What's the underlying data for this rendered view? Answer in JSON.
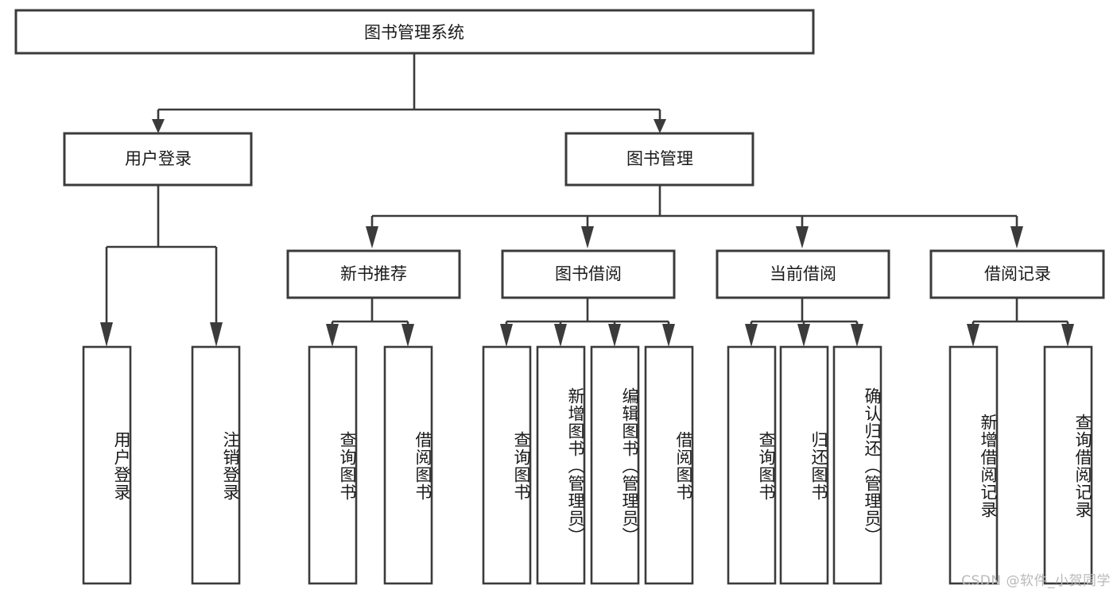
{
  "diagram": {
    "type": "tree-hierarchy",
    "title": "图书管理系统",
    "watermark": "CSDN @软件_小贺同学",
    "colors": {
      "stroke": "#3b3b3b",
      "fill": "#ffffff",
      "text": "#1a1a1a",
      "watermark": "#b9b9b9"
    },
    "root": {
      "label": "图书管理系统"
    },
    "level2": [
      {
        "label": "用户登录"
      },
      {
        "label": "图书管理"
      }
    ],
    "level3": [
      {
        "label": "新书推荐"
      },
      {
        "label": "图书借阅"
      },
      {
        "label": "当前借阅"
      },
      {
        "label": "借阅记录"
      }
    ],
    "leaves": {
      "user_login": [
        {
          "label": "用户登录"
        },
        {
          "label": "注销登录"
        }
      ],
      "new_book": [
        {
          "label": "查询图书"
        },
        {
          "label": "借阅图书"
        }
      ],
      "book_borrow": [
        {
          "label": "查询图书"
        },
        {
          "label": "新增图书（管理员）"
        },
        {
          "label": "编辑图书（管理员）"
        },
        {
          "label": "借阅图书"
        }
      ],
      "current_borrow": [
        {
          "label": "查询图书"
        },
        {
          "label": "归还图书"
        },
        {
          "label": "确认归还（管理员）"
        }
      ],
      "borrow_record": [
        {
          "label": "新增借阅记录"
        },
        {
          "label": "查询借阅记录"
        }
      ]
    }
  }
}
